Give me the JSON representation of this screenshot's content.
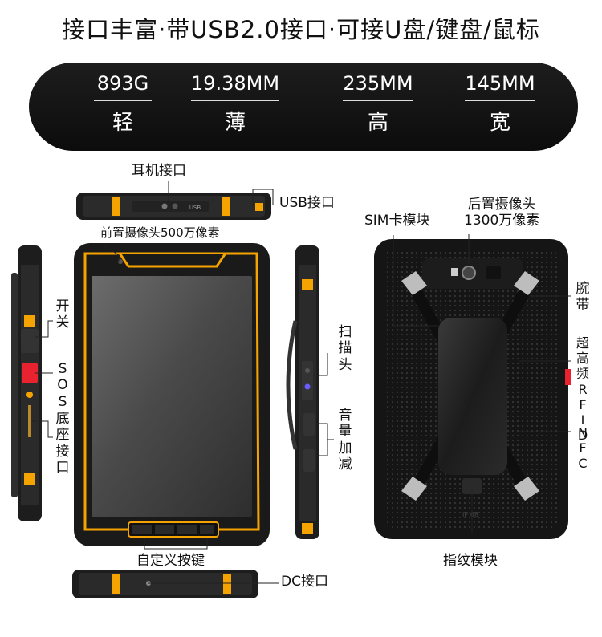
{
  "headline": "接口丰富·带USB2.0接口·可接U盘/键盘/鼠标",
  "specs": [
    {
      "value": "893G",
      "caption": "轻"
    },
    {
      "value": "19.38MM",
      "caption": "薄"
    },
    {
      "value": "235MM",
      "caption": "高"
    },
    {
      "value": "145MM",
      "caption": "宽"
    }
  ],
  "labels": {
    "earphone": "耳机接口",
    "usb": "USB接口",
    "front_camera": "前置摄像头500万像素",
    "power": [
      "开",
      "关"
    ],
    "sos": [
      "S",
      "O",
      "S"
    ],
    "base_port": [
      "底",
      "座",
      "接",
      "口"
    ],
    "scan": [
      "扫",
      "描",
      "头"
    ],
    "volume": [
      "音",
      "量",
      "加",
      "减"
    ],
    "custom_keys": "自定义按键",
    "dc": "DC接口",
    "sim": "SIM卡模块",
    "rear_camera": [
      "后置摄像头",
      "1300万像素"
    ],
    "strap": [
      "腕",
      "带"
    ],
    "rfid": [
      "超",
      "高",
      "频",
      "R",
      "F",
      "I",
      "D"
    ],
    "nfc": [
      "N",
      "F",
      "C"
    ],
    "fingerprint": "指纹模块"
  },
  "device_marks": {
    "usb_text": "USB",
    "ip_text": "IP 68"
  },
  "colors": {
    "accent": "#f5a300",
    "body": "#1b1b1b",
    "sos_red": "#e8222e"
  }
}
